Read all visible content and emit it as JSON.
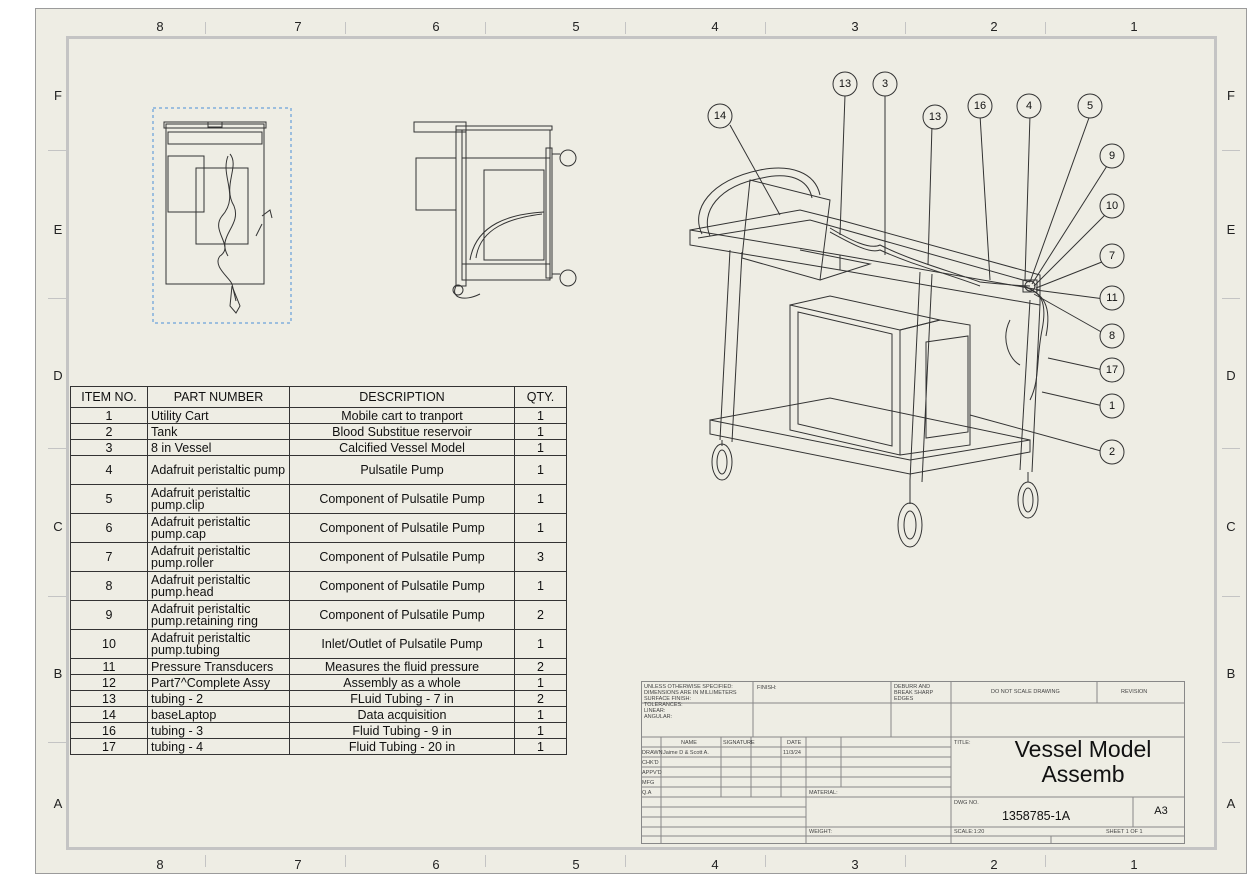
{
  "zones": {
    "columns": [
      "8",
      "7",
      "6",
      "5",
      "4",
      "3",
      "2",
      "1"
    ],
    "rows": [
      "F",
      "E",
      "D",
      "C",
      "B",
      "A"
    ]
  },
  "bom": {
    "headers": [
      "ITEM NO.",
      "PART NUMBER",
      "DESCRIPTION",
      "QTY."
    ],
    "rows": [
      {
        "item": "1",
        "part": "Utility Cart",
        "desc": "Mobile cart to tranport",
        "qty": "1"
      },
      {
        "item": "2",
        "part": "Tank",
        "desc": "Blood Substitue reservoir",
        "qty": "1"
      },
      {
        "item": "3",
        "part": "8 in Vessel",
        "desc": "Calcified Vessel Model",
        "qty": "1"
      },
      {
        "item": "4",
        "part": "Adafruit peristaltic pump",
        "desc": "Pulsatile Pump",
        "qty": "1"
      },
      {
        "item": "5",
        "part": "Adafruit peristaltic pump.clip",
        "desc": "Component of Pulsatile Pump",
        "qty": "1"
      },
      {
        "item": "6",
        "part": "Adafruit peristaltic pump.cap",
        "desc": "Component of Pulsatile Pump",
        "qty": "1"
      },
      {
        "item": "7",
        "part": "Adafruit peristaltic pump.roller",
        "desc": "Component of Pulsatile Pump",
        "qty": "3"
      },
      {
        "item": "8",
        "part": "Adafruit peristaltic pump.head",
        "desc": "Component of Pulsatile Pump",
        "qty": "1"
      },
      {
        "item": "9",
        "part": "Adafruit peristaltic pump.retaining ring",
        "desc": "Component of Pulsatile Pump",
        "qty": "2"
      },
      {
        "item": "10",
        "part": "Adafruit peristaltic pump.tubing",
        "desc": "Inlet/Outlet of Pulsatile Pump",
        "qty": "1"
      },
      {
        "item": "11",
        "part": "Pressure Transducers",
        "desc": "Measures the fluid pressure",
        "qty": "2"
      },
      {
        "item": "12",
        "part": "Part7^Complete Assy",
        "desc": "Assembly as a whole",
        "qty": "1"
      },
      {
        "item": "13",
        "part": "tubing - 2",
        "desc": "FLuid Tubing - 7 in",
        "qty": "2"
      },
      {
        "item": "14",
        "part": "baseLaptop",
        "desc": "Data acquisition",
        "qty": "1"
      },
      {
        "item": "16",
        "part": "tubing - 3",
        "desc": "Fluid Tubing - 9 in",
        "qty": "1"
      },
      {
        "item": "17",
        "part": "tubing - 4",
        "desc": "Fluid Tubing - 20 in",
        "qty": "1"
      }
    ]
  },
  "title_block": {
    "tolerance_note": "UNLESS OTHERWISE SPECIFIED:\nDIMENSIONS ARE IN MILLIMETERS\nSURFACE FINISH:\nTOLERANCES:\n  LINEAR:\n  ANGULAR:",
    "finish": "FINISH:",
    "deburr": "DEBURR AND\nBREAK SHARP\nEDGES",
    "do_not_scale": "DO NOT SCALE DRAWING",
    "revision": "REVISION",
    "name_hdr": "NAME",
    "signature_hdr": "SIGNATURE",
    "date_hdr": "DATE",
    "drawn_label": "DRAWN",
    "drawn_name": "Jaime D & Scott A.",
    "drawn_date": "11/3/24",
    "chkd": "CHK'D",
    "appvd": "APPV'D",
    "mfg": "MFG",
    "qa": "Q.A",
    "material": "MATERIAL:",
    "weight": "WEIGHT:",
    "title_label": "TITLE:",
    "title": "Vessel Model\nAssemb",
    "dwg_no_label": "DWG NO.",
    "dwg_no": "1358785-1A",
    "size": "A3",
    "scale": "SCALE:1:20",
    "sheet": "SHEET 1 OF 1"
  },
  "balloons": [
    "14",
    "13",
    "3",
    "13",
    "16",
    "4",
    "5",
    "9",
    "10",
    "7",
    "11",
    "8",
    "17",
    "1",
    "2"
  ]
}
